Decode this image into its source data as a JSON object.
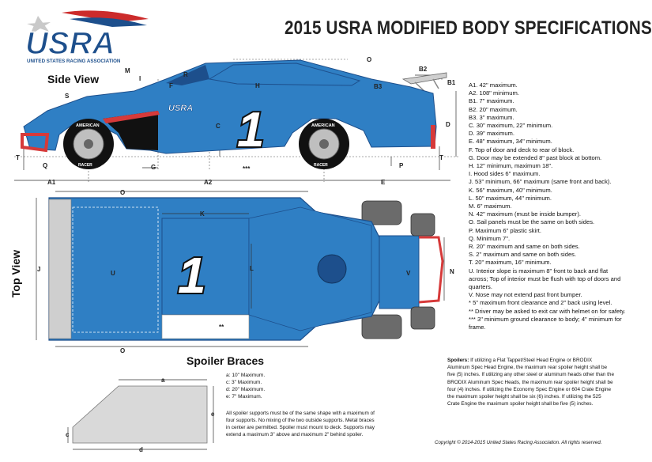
{
  "title": "2015 USRA MODIFIED BODY SPECIFICATIONS",
  "logo": {
    "text": "USRA",
    "subtitle": "UNITED STATES RACING ASSOCIATION"
  },
  "side_view_heading": "Side View",
  "top_view_heading": "Top View",
  "spoiler_braces_heading": "Spoiler Braces",
  "car_number": "1",
  "tire_brand": "AMERICAN",
  "tire_brand_bottom": "RACER",
  "side_labels": {
    "A1": "A1",
    "A2": "A2",
    "B1": "B1",
    "B2": "B2",
    "B3": "B3",
    "C": "C",
    "D": "D",
    "E": "E",
    "F": "F",
    "G": "G",
    "H": "H",
    "I": "I",
    "M": "M",
    "O": "O",
    "P": "P",
    "Q": "Q",
    "R": "R",
    "S": "S",
    "T": "T",
    "stars": "***"
  },
  "top_labels": {
    "O": "O",
    "K": "K",
    "J": "J",
    "U": "U",
    "L": "L",
    "N": "N",
    "V": "V",
    "stars": "**"
  },
  "brace_labels": {
    "a": "a",
    "c": "c",
    "d": "d",
    "e": "e"
  },
  "specs": [
    "A1. 42\" maximum.",
    "A2. 108\" minimum.",
    "B1. 7\" maximum.",
    "B2. 20\" maximum.",
    "B3. 3\" maximum.",
    "C. 30\" maximum, 22\" minimum.",
    "D. 39\" maximum.",
    "E. 48\" maximum, 34\" minimum.",
    "F. Top of door and deck to rear of block.",
    "G. Door may be extended 8\" past block at bottom.",
    "H. 12\" minimum, maximum 18\".",
    "I. Hood sides 6\" maximum.",
    "J. 53\" minimum, 66\" maximum (same front and back).",
    "K. 56\" maximum, 40\" minimum.",
    "L. 50\" maximum, 44\" minimum.",
    "M. 6\" maximum.",
    "N. 42\" maximum (must be inside bumper).",
    "O. Sail panels must be the same on both sides.",
    "P. Maximum 6\" plastic skirt.",
    "Q. Minimum 7\".",
    "R. 20\" maximum and same on both sides.",
    "S. 2\" maximum and same on both sides.",
    "T. 20\" maximum, 16\" minimum.",
    "U. Interior slope is maximum 8\" front to back and flat across; Top of interior must be flush with top of doors and quarters.",
    "V. Nose may not extend past front bumper.",
    "* 5\" maximum front clearance and 2\" back using level.",
    "** Driver may be asked to exit car with helmet on for safety.",
    "*** 3\" minimum ground clearance to body; 4\" minimum for frame."
  ],
  "brace_legend": [
    "a: 10\" Maximum.",
    "c: 3\" Maximum.",
    "d: 20\" Maximum.",
    "e: 7\" Maximum."
  ],
  "brace_note": "All spoiler supports must be of the same shape with a maximum of four supports. No mixing of the two outside supports. Metal braces in center are permitted. Spoiler must mount to deck. Supports may extend a maximum 3\" above and maximum 2\" behind spoiler.",
  "spoilers_note_label": "Spoilers:",
  "spoilers_note": " If utilizing a Flat Tappet/Steel Head Engine or BRODIX Aluminum Spec Head Engine, the maximum rear spoiler height shall be five (5) inches. If utilizing any other steel or aluminum heads other than the BRODIX Aluminum Spec Heads, the maximum rear spoiler height shall be four (4) inches. If utilizing the Economy Spec Engine or 604 Crate Engine the maximum spoiler height shall be six (6) inches. If utilizing the 525 Crate Engine the maximum spoiler height shall be five (5) inches.",
  "copyright": "Copyright © 2014-2015 United States Racing Association. All rights reserved.",
  "colors": {
    "body_blue": "#2f7fc4",
    "dark_blue": "#1d4f8c",
    "black": "#111111",
    "red": "#d63a3a",
    "gray": "#cfcfcf"
  }
}
